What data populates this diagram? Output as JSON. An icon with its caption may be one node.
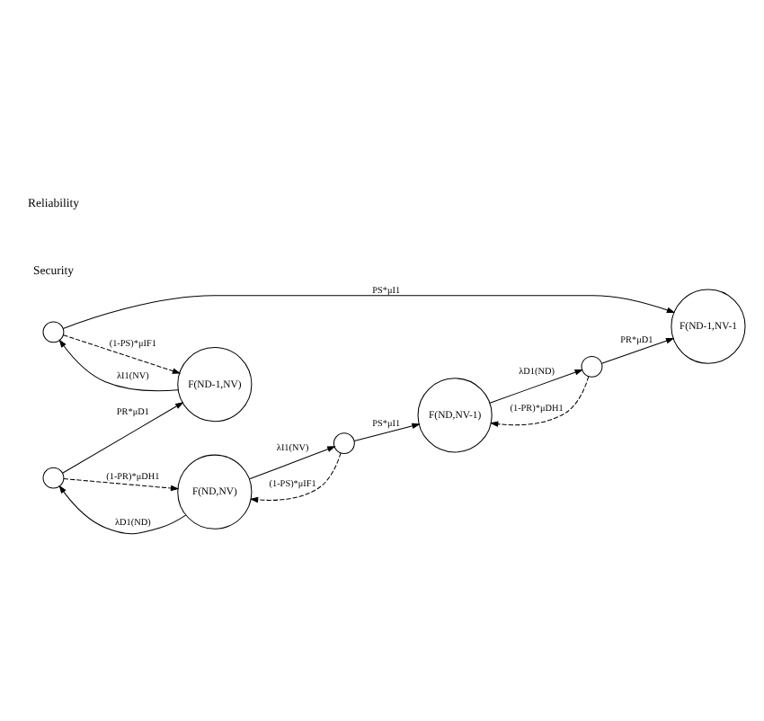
{
  "diagram": {
    "nodes": [
      {
        "text": [
          "F(ND,NV-1)"
        ]
      },
      {
        "text": [],
        "shape": "circle"
      },
      {
        "text": [],
        "shape": "circle"
      },
      {
        "text": [
          "F(ND,NV)"
        ]
      },
      {
        "text": [
          "F(ND-1,NV-1"
        ]
      },
      {
        "text": [],
        "shape": "circle"
      },
      {
        "text": [],
        "shape": "circle"
      },
      {
        "text": [
          "F(ND-1,NV)"
        ]
      }
    ],
    "edges": [
      {
        "from": 3,
        "to": 1,
        "arrow": "to",
        "label": "λI1(NV)"
      },
      {
        "from": 1,
        "to": 0,
        "arrow": "to",
        "label": "PS*μI1"
      },
      {
        "from": 1,
        "to": 3,
        "arrow": "to",
        "label": "(1-PS)*μIF1",
        "style": "dashed"
      },
      {
        "from": 0,
        "to": 2,
        "arrow": "to",
        "label": "λD1(ND)"
      },
      {
        "from": 2,
        "to": 4,
        "arrow": "to",
        "label": "PR*μD1"
      },
      {
        "from": 2,
        "to": 0,
        "arrow": "to",
        "label": "(1-PR)*μDH1",
        "style": "dashed"
      },
      {
        "from": 3,
        "to": 5,
        "arrow": "to",
        "label": "λD1(ND)"
      },
      {
        "from": 5,
        "to": 7,
        "arrow": "to",
        "label": "PR*μD1"
      },
      {
        "from": 5,
        "to": 3,
        "arrow": "to",
        "label": "(1-PR)*μDH1",
        "style": "dashed"
      },
      {
        "from": 7,
        "to": 6,
        "arrow": "to",
        "label": "λI1(NV)"
      },
      {
        "from": 6,
        "to": 4,
        "arrow": "to",
        "label": "PS*μI1"
      },
      {
        "from": 6,
        "to": 7,
        "arrow": "to",
        "label": "(1-PS)*μIF1",
        "style": "dashed"
      }
    ],
    "labels": [
      "Security",
      "Reliability"
    ]
  }
}
